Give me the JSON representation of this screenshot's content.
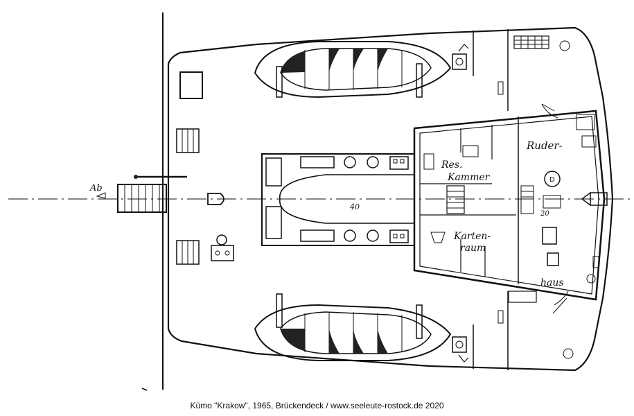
{
  "labels": {
    "ab": "Ab",
    "res": "Res.",
    "kammer": "Kammer",
    "karten": "Karten-",
    "raum": "raum",
    "ruder": "Ruder-",
    "haus": "haus",
    "dim_40": "40",
    "dim_20": "20",
    "compass_d": "D"
  },
  "caption": "Kümo \"Krakow\", 1965, Brückendeck / www.seeleute-rostock.de 2020"
}
